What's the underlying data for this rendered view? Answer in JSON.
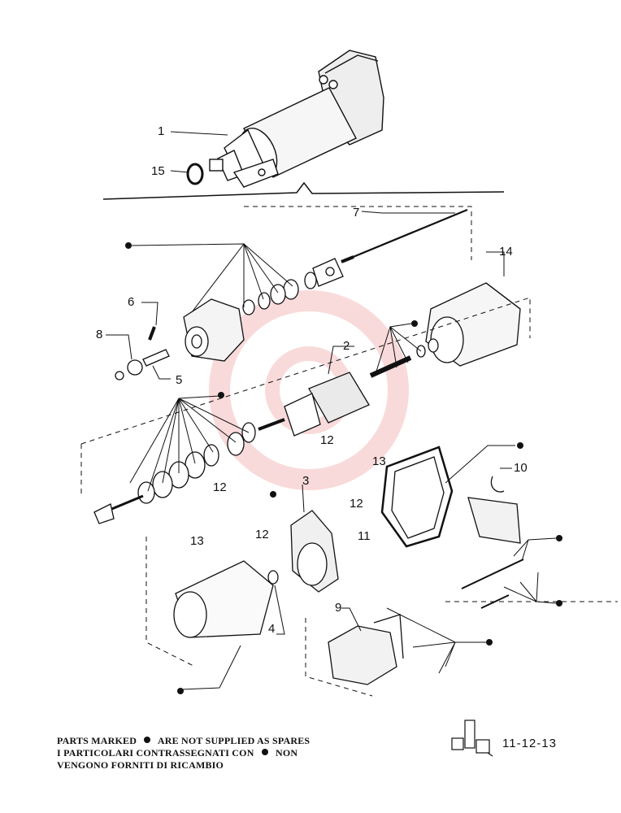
{
  "diagram": {
    "part_labels": {
      "p1": "1",
      "p15": "15",
      "p7": "7",
      "p14": "14",
      "p6": "6",
      "p8": "8",
      "p5": "5",
      "p2": "2",
      "p12a": "12",
      "p13a": "13",
      "p12b": "12",
      "p3": "3",
      "p10": "10",
      "p12c": "12",
      "p13b": "13",
      "p12d": "12",
      "p11": "11",
      "p4": "4",
      "p9": "9"
    }
  },
  "footer": {
    "note_line1_pre": "PARTS MARKED",
    "note_line1_post": "ARE NOT SUPPLIED AS SPARES",
    "note_line2_pre": "I PARTICOLARI CONTRASSEGNATI CON",
    "note_line2_post": "NON",
    "note_line3": "VENGONO FORNITI DI RICAMBIO",
    "page_code": "11-12-13"
  }
}
